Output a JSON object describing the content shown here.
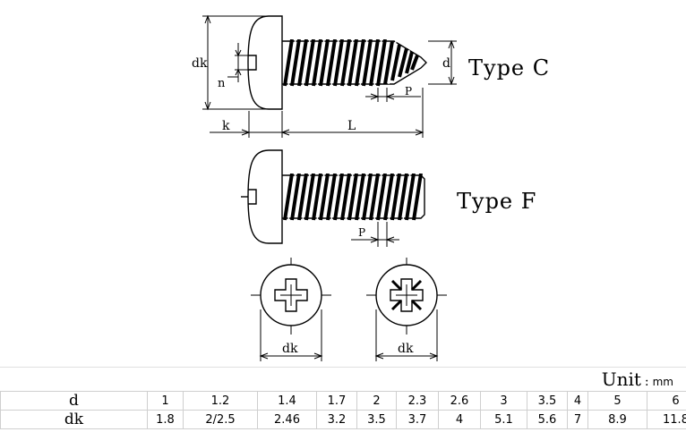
{
  "diagram": {
    "labels": {
      "dk": "dk",
      "n": "n",
      "d": "d",
      "p": "P",
      "k": "k",
      "L": "L"
    },
    "type_c": "Type C",
    "type_f": "Type F",
    "head_view_labels": [
      "dk",
      "dk"
    ]
  },
  "table": {
    "unit_label": "Unit",
    "unit_sep": ":",
    "unit_value": "mm",
    "rows": [
      {
        "header": "d",
        "values": [
          "1",
          "1.2",
          "1.4",
          "1.7",
          "2",
          "2.3",
          "2.6",
          "3",
          "3.5",
          "4",
          "5",
          "6"
        ]
      },
      {
        "header": "dk",
        "values": [
          "1.8",
          "2/2.5",
          "2.46",
          "3.2",
          "3.5",
          "3.7",
          "4",
          "5.1",
          "5.6",
          "7",
          "8.9",
          "11.8"
        ]
      }
    ]
  }
}
